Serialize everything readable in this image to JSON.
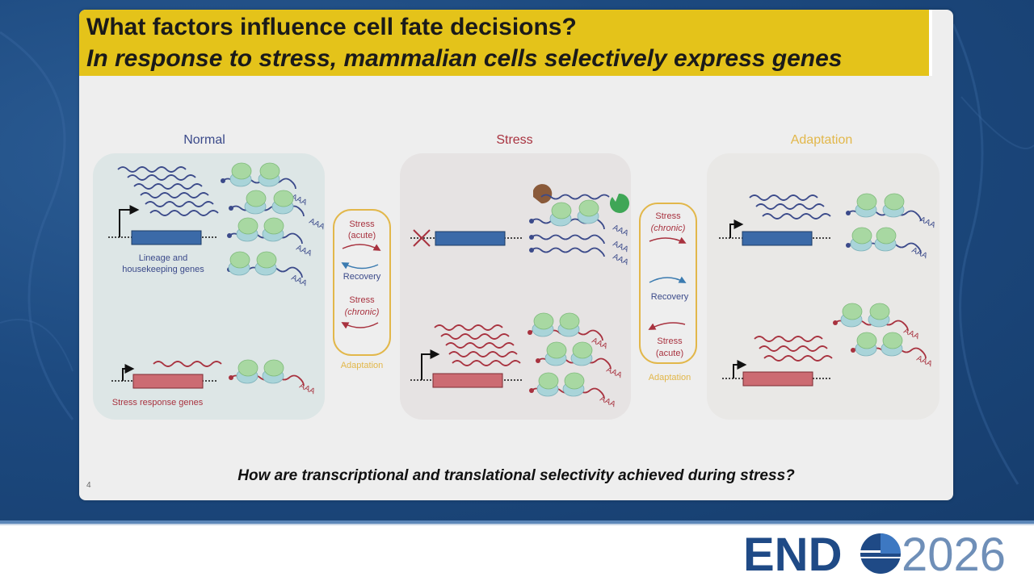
{
  "slide": {
    "title": "What factors influence cell fate decisions?",
    "subtitle": "In response to stress, mammalian cells selectively express genes",
    "page_number": "4",
    "question": "How are transcriptional and translational selectivity achieved during stress?"
  },
  "panels": {
    "normal": {
      "header": "Normal",
      "label_top_line1": "Lineage and",
      "label_top_line2": "housekeeping genes",
      "label_bottom": "Stress response genes"
    },
    "stress": {
      "header": "Stress"
    },
    "adaptation": {
      "header": "Adaptation"
    }
  },
  "transitions": {
    "left": {
      "line1": "Stress",
      "line2": "(acute)",
      "recovery": "Recovery",
      "line3": "Stress",
      "line4": "(chronic)",
      "footer": "Adaptation"
    },
    "right": {
      "line1": "Stress",
      "line2": "(chronic)",
      "recovery": "Recovery",
      "line3": "Stress",
      "line4": "(acute)",
      "footer": "Adaptation"
    }
  },
  "polya": "AAA",
  "logo": {
    "text_left": "END",
    "text_right": "2026"
  },
  "colors": {
    "title_bar": "#e4c31a",
    "normal_header": "#3b4a8a",
    "stress_header": "#a8323f",
    "adaptation_header": "#e2b74a",
    "housekeeping_gene": "#3b6aa8",
    "stress_gene": "#cc6b72",
    "ribosome": "#9fcfc6",
    "logo_navy": "#1f4a86"
  }
}
